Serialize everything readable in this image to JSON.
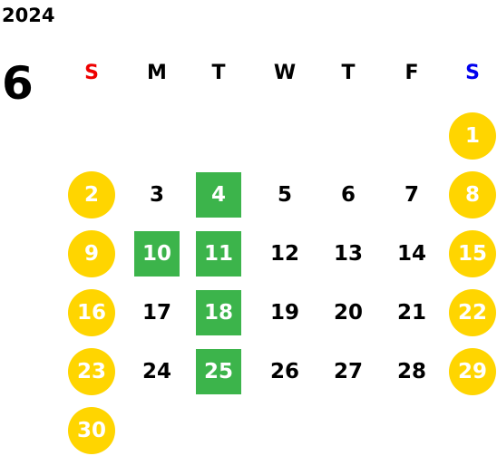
{
  "calendar": {
    "year": "2024",
    "month": "6",
    "weekdays": [
      {
        "label": "S",
        "color": "#ee0000"
      },
      {
        "label": "M",
        "color": "#000000"
      },
      {
        "label": "T",
        "color": "#000000"
      },
      {
        "label": "W",
        "color": "#000000"
      },
      {
        "label": "T",
        "color": "#000000"
      },
      {
        "label": "F",
        "color": "#000000"
      },
      {
        "label": "S",
        "color": "#0000ee"
      }
    ],
    "first_weekday_index": 6,
    "days_in_month": 30,
    "weekend_color": "#ffd500",
    "highlight_color": "#3cb44b",
    "highlighted_days": [
      4,
      10,
      11,
      18,
      25
    ]
  }
}
